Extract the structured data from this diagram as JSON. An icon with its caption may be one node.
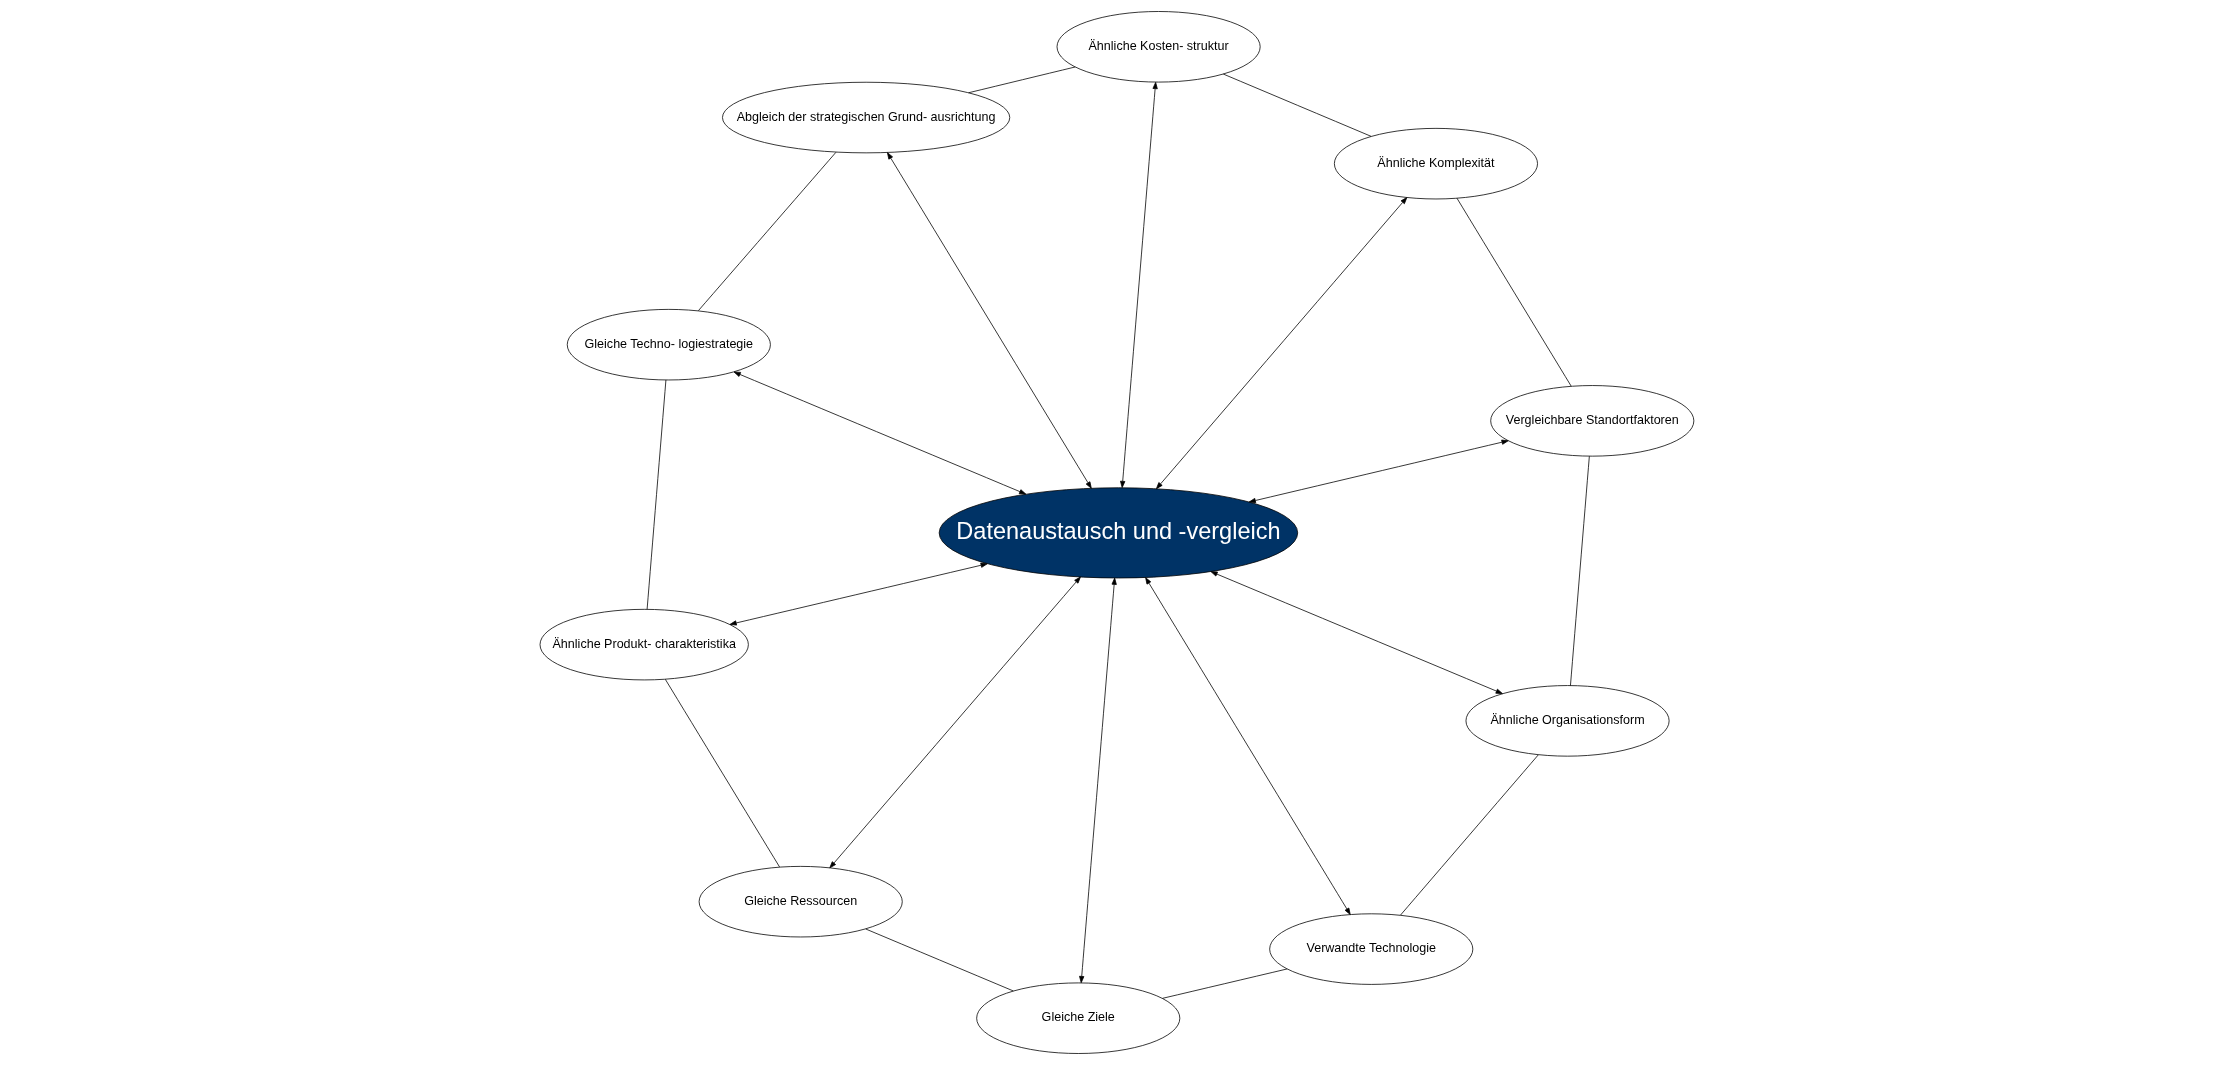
{
  "diagram": {
    "nodes": [
      {
        "text": [
          "Ähnliche Organisationsform"
        ]
      },
      {
        "text": [
          "Vergleichbare Standortfaktoren"
        ]
      },
      {
        "text": [
          "Ähnliche Komplexität"
        ]
      },
      {
        "text": [
          "Ähnliche Kosten- struktur"
        ]
      },
      {
        "text": [
          "Abgleich der strategischen Grund- ausrichtung"
        ]
      },
      {
        "text": [
          "Gleiche Techno- logiestrategie"
        ]
      },
      {
        "text": [
          "Ähnliche Produkt- charakteristika"
        ]
      },
      {
        "text": [
          "Gleiche Ressourcen"
        ]
      },
      {
        "text": [
          "Gleiche Ziele"
        ]
      },
      {
        "text": [
          "Verwandte Technologie"
        ]
      },
      {
        "text": [
          "Datenaustausch und -vergleich"
        ]
      }
    ],
    "edges": [
      {
        "from": 0,
        "to": 1,
        "arrow": "none"
      },
      {
        "from": 1,
        "to": 2,
        "arrow": "none"
      },
      {
        "from": 2,
        "to": 3,
        "arrow": "none"
      },
      {
        "from": 3,
        "to": 4,
        "arrow": "none"
      },
      {
        "from": 4,
        "to": 5,
        "arrow": "none"
      },
      {
        "from": 5,
        "to": 6,
        "arrow": "none"
      },
      {
        "from": 6,
        "to": 7,
        "arrow": "none"
      },
      {
        "from": 7,
        "to": 8,
        "arrow": "none"
      },
      {
        "from": 8,
        "to": 9,
        "arrow": "none"
      },
      {
        "from": 9,
        "to": 0,
        "arrow": "none"
      },
      {
        "from": 10,
        "to": 0,
        "arrow": "both"
      },
      {
        "from": 10,
        "to": 1,
        "arrow": "both"
      },
      {
        "from": 10,
        "to": 2,
        "arrow": "both"
      },
      {
        "from": 10,
        "to": 3,
        "arrow": "both"
      },
      {
        "from": 10,
        "to": 4,
        "arrow": "both"
      },
      {
        "from": 10,
        "to": 5,
        "arrow": "both"
      },
      {
        "from": 10,
        "to": 6,
        "arrow": "both"
      },
      {
        "from": 10,
        "to": 7,
        "arrow": "both"
      },
      {
        "from": 10,
        "to": 8,
        "arrow": "both"
      },
      {
        "from": 10,
        "to": 9,
        "arrow": "both"
      }
    ]
  }
}
